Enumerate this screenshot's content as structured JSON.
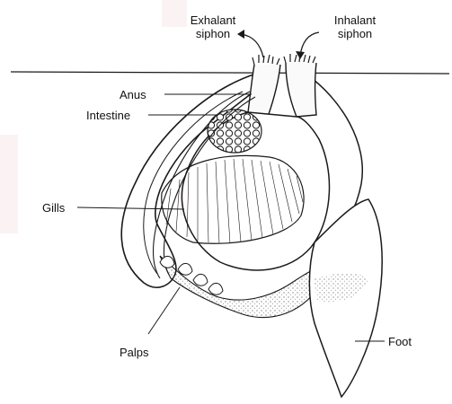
{
  "labels": {
    "exhalant_siphon": "Exhalant\nsiphon",
    "inhalant_siphon": "Inhalant\nsiphon",
    "anus": "Anus",
    "intestine": "Intestine",
    "gills": "Gills",
    "palps": "Palps",
    "foot": "Foot"
  },
  "colors": {
    "ink": "#1a1a1a",
    "paper": "#ffffff",
    "shade": "#9a9a9a",
    "watermark": "#f3d9de"
  },
  "icons": {
    "exhalant_flow": "arrow-out-icon",
    "inhalant_flow": "arrow-in-icon"
  }
}
